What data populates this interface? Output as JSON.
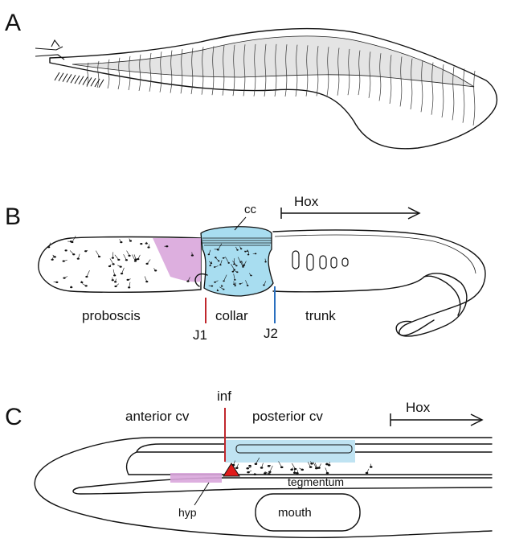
{
  "panels": {
    "a": {
      "letter": "A"
    },
    "b": {
      "letter": "B",
      "labels": {
        "cc": "cc",
        "hox": "Hox",
        "proboscis": "proboscis",
        "collar": "collar",
        "trunk": "trunk",
        "j1": "J1",
        "j2": "J2"
      }
    },
    "c": {
      "letter": "C",
      "labels": {
        "inf": "inf",
        "anterior_cv": "anterior cv",
        "posterior_cv": "posterior cv",
        "hox": "Hox",
        "tegmentum": "tegmentum",
        "hyp": "hyp",
        "mouth": "mouth"
      }
    }
  },
  "colors": {
    "ink": "#111111",
    "fin_fill": "#e4e4e4",
    "collar_cyan": "#a8ddf0",
    "proboscis_violet": "#d9a6dc",
    "j1_red": "#c0272d",
    "j2_blue": "#2a6fbf",
    "inf_red": "#c0272d",
    "infundibulum_fill": "#e01b1b",
    "posterior_cyan": "#bfe3f2"
  }
}
